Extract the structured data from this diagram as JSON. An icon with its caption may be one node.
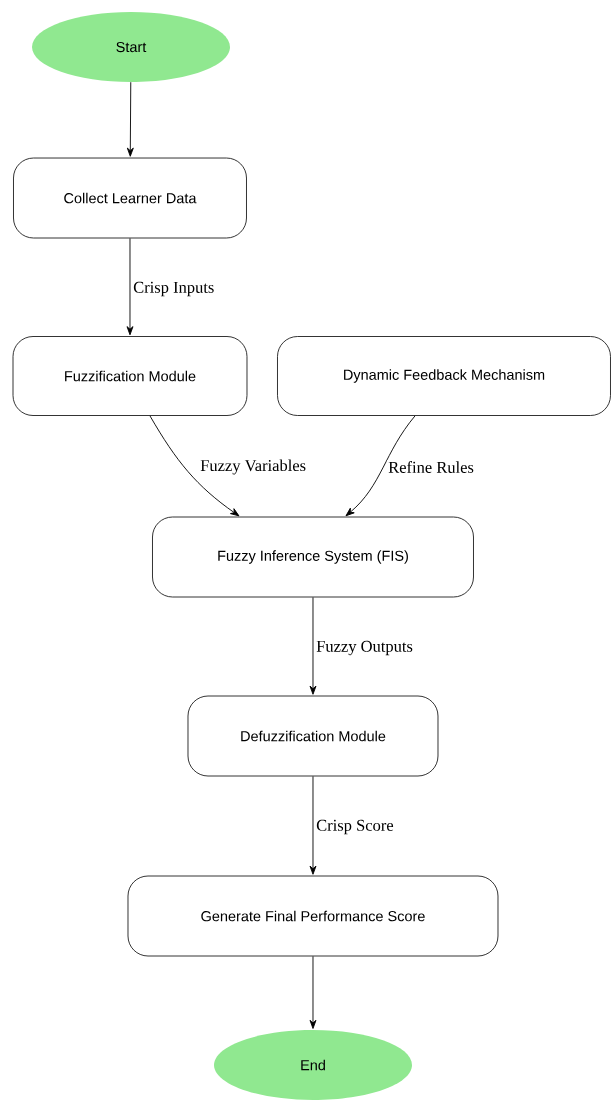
{
  "diagram": {
    "nodes": [
      {
        "text": [
          "Start"
        ]
      },
      {
        "text": [
          "Collect Learner Data"
        ]
      },
      {
        "text": [
          "Fuzzification Module"
        ]
      },
      {
        "text": [
          "Dynamic Feedback Mechanism"
        ]
      },
      {
        "text": [
          "Fuzzy Inference System (FIS)"
        ]
      },
      {
        "text": [
          "Defuzzification Module"
        ]
      },
      {
        "text": [
          "Generate Final Performance Score"
        ]
      },
      {
        "text": [
          "End"
        ]
      }
    ],
    "edges": [
      {
        "from": 0,
        "to": 1,
        "arrow": "to"
      },
      {
        "from": 1,
        "to": 2,
        "arrow": "to",
        "label": "Crisp Inputs"
      },
      {
        "from": 2,
        "to": 4,
        "arrow": "to",
        "label": "Fuzzy Variables"
      },
      {
        "from": 3,
        "to": 4,
        "arrow": "to",
        "label": "Refine Rules"
      },
      {
        "from": 4,
        "to": 5,
        "arrow": "to",
        "label": "Fuzzy Outputs"
      },
      {
        "from": 5,
        "to": 6,
        "arrow": "to",
        "label": "Crisp Score"
      },
      {
        "from": 6,
        "to": 7,
        "arrow": "to"
      }
    ]
  }
}
